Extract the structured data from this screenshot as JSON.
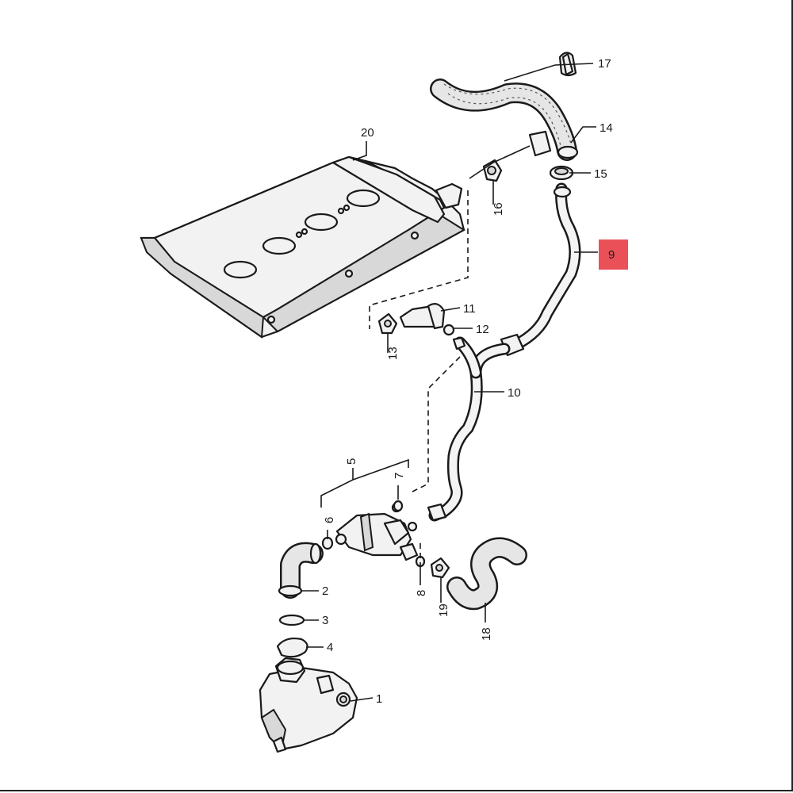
{
  "callouts": {
    "c1": "1",
    "c2": "2",
    "c3": "3",
    "c4": "4",
    "c5": "5",
    "c6": "6",
    "c7": "7",
    "c8": "8",
    "c9": "9",
    "c10": "10",
    "c11": "11",
    "c12": "12",
    "c13": "13",
    "c14": "14",
    "c15": "15",
    "c16": "16",
    "c17": "17",
    "c18": "18",
    "c19": "19",
    "c20": "20"
  },
  "highlight": {
    "callout": "9",
    "color": "#e8414a"
  }
}
